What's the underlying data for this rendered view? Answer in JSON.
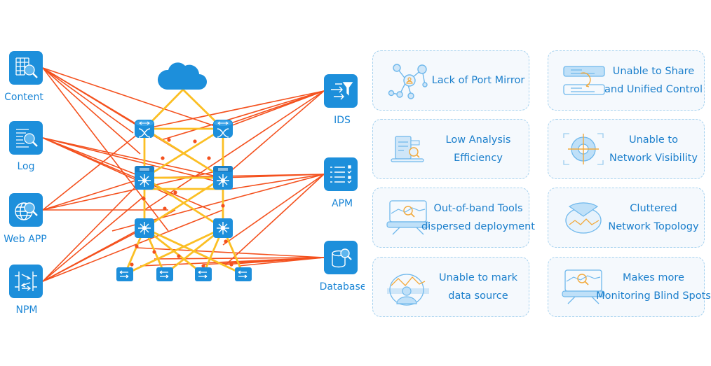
{
  "colors": {
    "icon_blue": "#1d8fdb",
    "link_orange": "#f4511e",
    "backbone_yellow": "#fbbf24",
    "label_blue": "#1b86d6",
    "card_border": "#a6d2ef",
    "card_bg": "#f5f9fd",
    "card_text": "#1b7fcc"
  },
  "left_nodes": [
    {
      "label": "Content",
      "icon": "grid-search-icon"
    },
    {
      "label": "Log",
      "icon": "log-search-icon"
    },
    {
      "label": "Web APP",
      "icon": "globe-search-icon"
    },
    {
      "label": "NPM",
      "icon": "npm-arrows-icon"
    }
  ],
  "right_nodes": [
    {
      "label": "IDS",
      "icon": "filter-icon"
    },
    {
      "label": "APM",
      "icon": "checklist-icon"
    },
    {
      "label": "Database",
      "icon": "database-search-icon"
    }
  ],
  "network": {
    "cloud": "cloud-icon",
    "core_routers": 2,
    "distribution_switches": 2,
    "access_switches": 2,
    "edge_switches": 4
  },
  "cards": [
    {
      "lines": [
        "Lack of Port Mirror"
      ],
      "icon": "network-nodes-icon"
    },
    {
      "lines": [
        "Unable to Share",
        "and Unified Control"
      ],
      "icon": "sync-panels-icon"
    },
    {
      "lines": [
        "Low Analysis",
        "Efficiency"
      ],
      "icon": "laptop-analysis-icon"
    },
    {
      "lines": [
        "Unable to",
        "Network Visibility"
      ],
      "icon": "target-scope-icon"
    },
    {
      "lines": [
        "Out-of-band Tools",
        "dispersed deployment"
      ],
      "icon": "monitor-search-icon"
    },
    {
      "lines": [
        "Cluttered",
        "Network Topology"
      ],
      "icon": "topology-chart-icon"
    },
    {
      "lines": [
        "Unable to mark",
        "data source"
      ],
      "icon": "user-chart-icon"
    },
    {
      "lines": [
        "Makes more",
        "Monitoring Blind Spots"
      ],
      "icon": "monitor-blind-icon"
    }
  ]
}
